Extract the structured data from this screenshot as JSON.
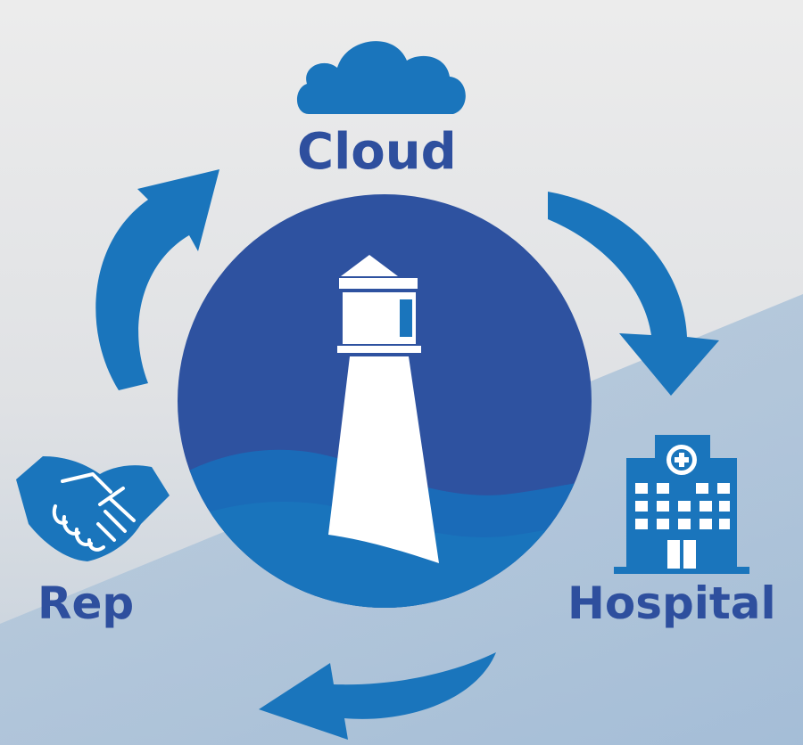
{
  "nodes": {
    "cloud": {
      "label": "Cloud",
      "icon": "cloud-icon"
    },
    "hospital": {
      "label": "Hospital",
      "icon": "hospital-building-icon"
    },
    "rep": {
      "label": "Rep",
      "icon": "handshake-icon"
    },
    "center": {
      "icon": "lighthouse-icon"
    }
  },
  "flow": [
    "Rep",
    "Cloud",
    "Hospital",
    "Rep"
  ],
  "colors": {
    "primary_blue": "#1a75bc",
    "label_blue": "#2e4f9e",
    "circle_blue": "#2e52a0",
    "background_light": "#e8e8e8",
    "background_blue": "#a8c2db"
  }
}
